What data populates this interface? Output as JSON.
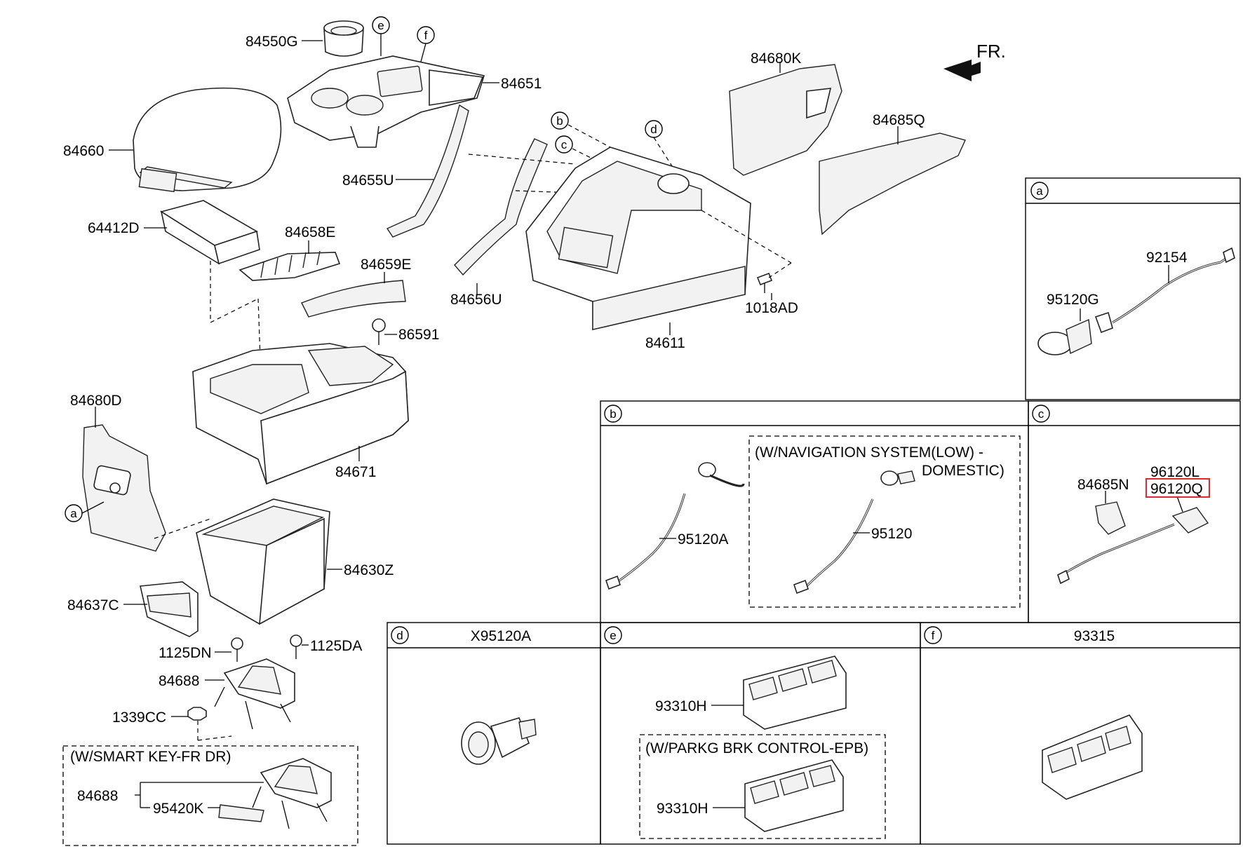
{
  "direction_label": "FR.",
  "parts": {
    "p84550G": "84550G",
    "p84651": "84651",
    "p84660": "84660",
    "p64412D": "64412D",
    "p84658E": "84658E",
    "p84659E": "84659E",
    "p84655U": "84655U",
    "p84656U": "84656U",
    "p84611": "84611",
    "p1018AD": "1018AD",
    "p84680K": "84680K",
    "p84685Q": "84685Q",
    "p86591": "86591",
    "p84671": "84671",
    "p84680D": "84680D",
    "p84630Z": "84630Z",
    "p84637C": "84637C",
    "p1125DN": "1125DN",
    "p1125DA": "1125DA",
    "p84688": "84688",
    "p1339CC": "1339CC",
    "p84688b": "84688",
    "p95420K": "95420K",
    "p92154": "92154",
    "p95120G": "95120G",
    "p95120A": "95120A",
    "p95120": "95120",
    "p84685N": "84685N",
    "p96120L": "96120L",
    "p96120Q": "96120Q",
    "p93310H": "93310H",
    "p93310Hb": "93310H"
  },
  "callouts": {
    "a": "a",
    "b": "b",
    "c": "c",
    "d": "d",
    "e": "e",
    "f": "f"
  },
  "notes": {
    "smart_key": "(W/SMART KEY-FR DR)",
    "nav_line1": "(W/NAVIGATION SYSTEM(LOW) -",
    "nav_line2": "DOMESTIC)",
    "parking": "(W/PARKG BRK CONTROL-EPB)"
  },
  "panels": {
    "a": {
      "tag": "a",
      "title": ""
    },
    "b": {
      "tag": "b",
      "title": ""
    },
    "c": {
      "tag": "c",
      "title": ""
    },
    "d": {
      "tag": "d",
      "title": "X95120A"
    },
    "e": {
      "tag": "e",
      "title": ""
    },
    "f": {
      "tag": "f",
      "title": "93315"
    }
  },
  "highlight_color": "#e0282e"
}
